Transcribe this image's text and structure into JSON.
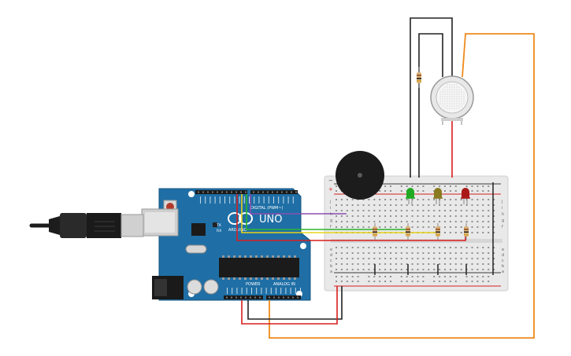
{
  "board": {
    "model_label": "UNO",
    "brand_label": "ARDUINO",
    "digital_header_label": "DIGITAL (PWM~)",
    "power_label": "POWER",
    "analog_label": "ANALOG IN",
    "tx_label": "TX",
    "rx_label": "RX",
    "color": "#1f6fa6"
  },
  "breadboard": {
    "row_letters_top": [
      "j",
      "i",
      "h",
      "g",
      "f"
    ],
    "row_letters_bottom": [
      "e",
      "d",
      "c",
      "b",
      "a"
    ]
  },
  "leds": [
    {
      "color": "#22aa22"
    },
    {
      "color": "#8a7a20"
    },
    {
      "color": "#aa1818"
    }
  ],
  "wire_colors": {
    "red": "#d81e1e",
    "black": "#222222",
    "green": "#2bb52b",
    "yellow": "#e8d21a",
    "purple": "#8a4fb0",
    "orange": "#ee8a1c"
  }
}
